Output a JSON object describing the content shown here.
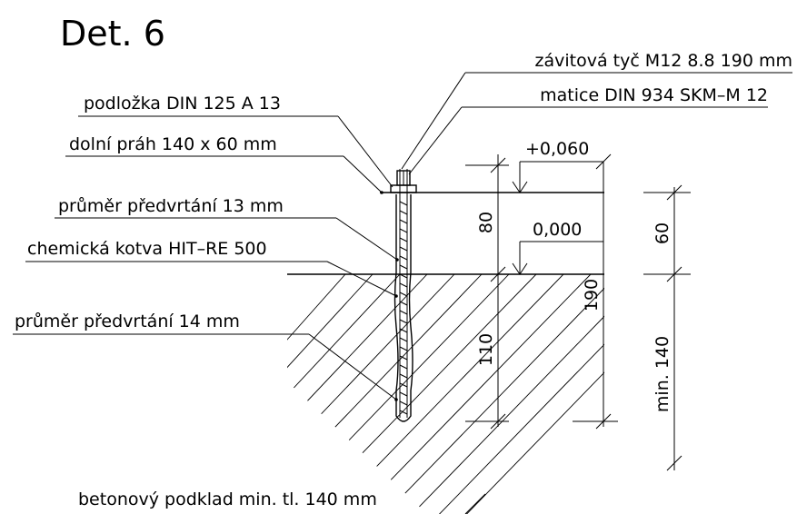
{
  "title": "Det. 6",
  "labels": {
    "threaded_rod": "závitová tyč M12 8.8 190 mm",
    "nut": "matice DIN 934 SKM–M 12",
    "washer": "podložka DIN 125 A 13",
    "sill": "dolní práh 140 x 60 mm",
    "drill_13": "průměr předvrtání 13 mm",
    "chem_anchor": "chemická kotva HIT–RE 500",
    "drill_14": "průměr předvrtání 14 mm",
    "concrete": "betonový podklad min. tl. 140 mm"
  },
  "levels": {
    "top": "+0,060",
    "zero": "0,000"
  },
  "dimensions": {
    "d80": "80",
    "d110": "110",
    "d190": "190",
    "d60": "60",
    "dmin140": "min. 140"
  }
}
